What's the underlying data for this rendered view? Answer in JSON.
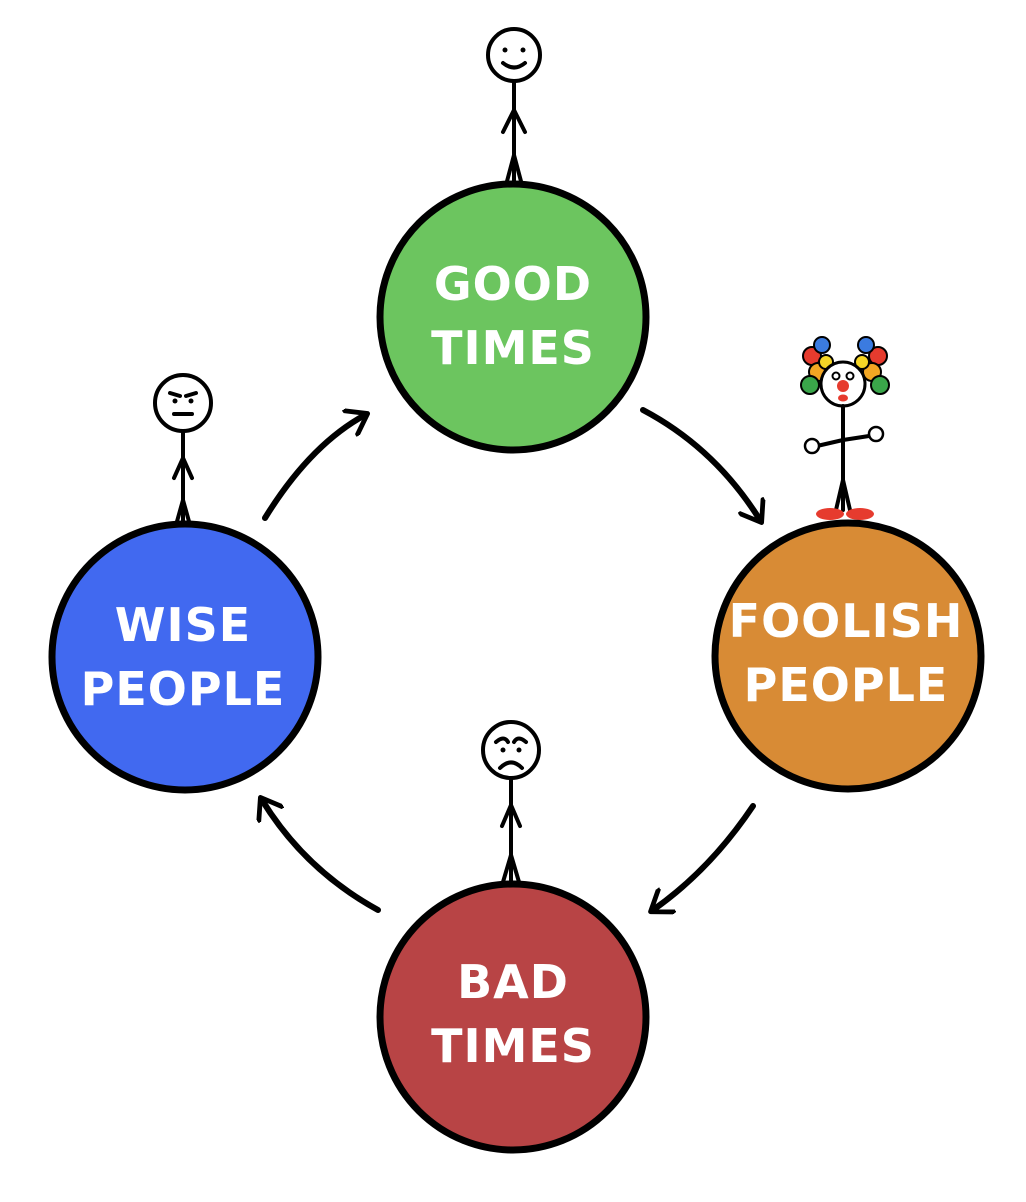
{
  "nodes": {
    "good_times": {
      "line1": "GOOD",
      "line2": "TIMES",
      "color": "#6cc55f"
    },
    "foolish_people": {
      "line1": "FOOLISH",
      "line2": "PEOPLE",
      "color": "#d88b35"
    },
    "bad_times": {
      "line1": "BAD",
      "line2": "TIMES",
      "color": "#b84445"
    },
    "wise_people": {
      "line1": "WISE",
      "line2": "PEOPLE",
      "color": "#4169f0"
    }
  },
  "figures": {
    "good_times": "happy-stick-figure-icon",
    "foolish_people": "clown-figure-icon",
    "bad_times": "sad-stick-figure-icon",
    "wise_people": "serious-stick-figure-icon"
  }
}
